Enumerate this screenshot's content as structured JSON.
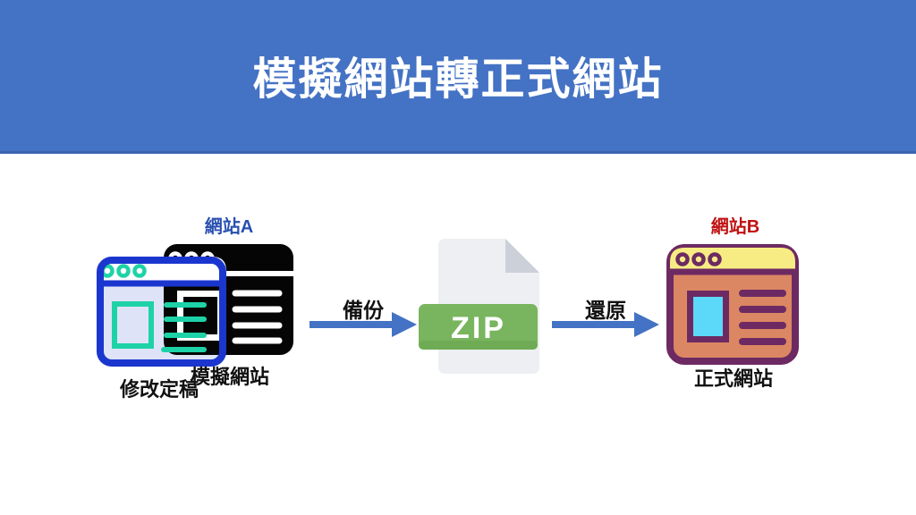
{
  "banner": {
    "title": "模擬網站轉正式網站",
    "bg_color": "#4472c4",
    "text_color": "#ffffff"
  },
  "diagram": {
    "site_a_label": "網站A",
    "site_b_label": "網站B",
    "left_back_window_caption": "模擬網站",
    "left_front_window_caption": "修改定稿",
    "right_window_caption": "正式網站",
    "backup_arrow_label": "備份",
    "restore_arrow_label": "還原",
    "zip_badge_label": "ZIP"
  },
  "colors": {
    "banner_blue": "#4472c4",
    "arrow_blue": "#4472c4",
    "site_a_label_blue": "#2a50b0",
    "site_b_label_red": "#c01212",
    "front_window_border_blue": "#1b36cf",
    "front_window_body_lavender": "#dee3f7",
    "front_window_accent_teal": "#1ed2a8",
    "back_window_black": "#050505",
    "zip_doc_gray": "#edeff2",
    "zip_fold_gray": "#cbd0d9",
    "zip_badge_green": "#79b55e",
    "right_window_outline_purple": "#6d2a62",
    "right_window_titlebar_yellow": "#f7ec83",
    "right_window_body_salmon": "#dc8763",
    "right_window_square_cyan": "#5cd9f8"
  }
}
